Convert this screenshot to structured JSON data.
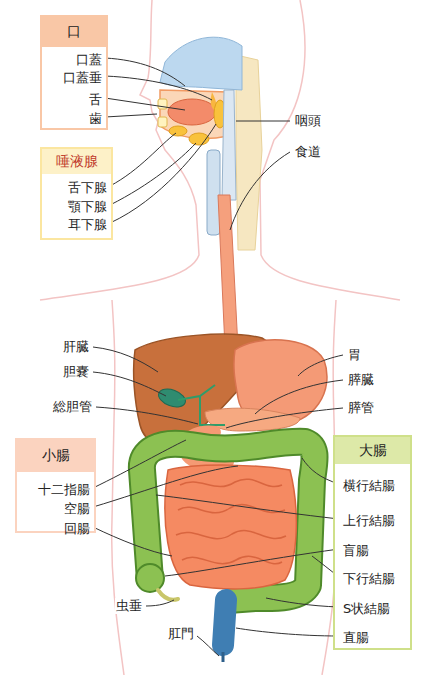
{
  "diagram": {
    "nodes": [
      {
        "text": [
          "口",
          "口蓋",
          "口蓋垂",
          "舌",
          "歯"
        ]
      },
      {
        "text": [
          "唾液腺",
          "舌下腺",
          "顎下腺",
          "耳下腺"
        ]
      },
      {
        "text": [
          "小腸",
          "十二指腸",
          "空腸",
          "回腸"
        ]
      },
      {
        "text": [
          "大腸",
          "横行結腸",
          "上行結腸",
          "盲腸",
          "下行結腸",
          "S状結腸",
          "直腸"
        ]
      }
    ],
    "labels": [
      "咽頭",
      "食道",
      "肝臓",
      "胆嚢",
      "総胆管",
      "胃",
      "膵臓",
      "膵管",
      "虫垂",
      "肛門"
    ]
  }
}
